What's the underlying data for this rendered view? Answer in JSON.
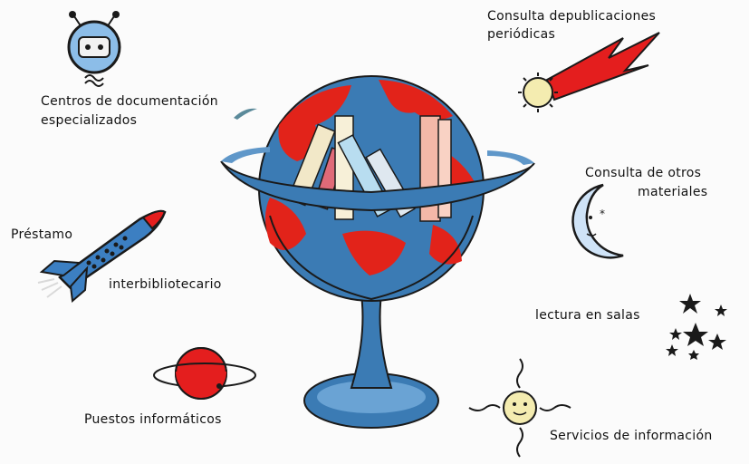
{
  "labels": {
    "centros_line1": "Centros de documentación",
    "centros_line2": "especializados",
    "publicaciones_line1": "Consulta depublicaciones",
    "publicaciones_line2": "periódicas",
    "otros_line1": "Consulta de otros",
    "otros_line2": "materiales",
    "prestamo_line1": "Préstamo",
    "prestamo_line2": "interbibliotecario",
    "lectura": "lectura en salas",
    "puestos": "Puestos informáticos",
    "servicios": "Servicios de información"
  },
  "icons": {
    "robot": "robot-icon",
    "comet": "comet-icon",
    "moon": "moon-icon",
    "rocket": "rocket-icon",
    "stars": "stars-icon",
    "planet": "planet-icon",
    "sun": "sun-icon",
    "globe": "globe-with-books-icon"
  },
  "colors": {
    "ocean": "#3b7bb4",
    "land": "#e2231a",
    "outline": "#1a1a1a",
    "sun": "#f4ecb0"
  }
}
